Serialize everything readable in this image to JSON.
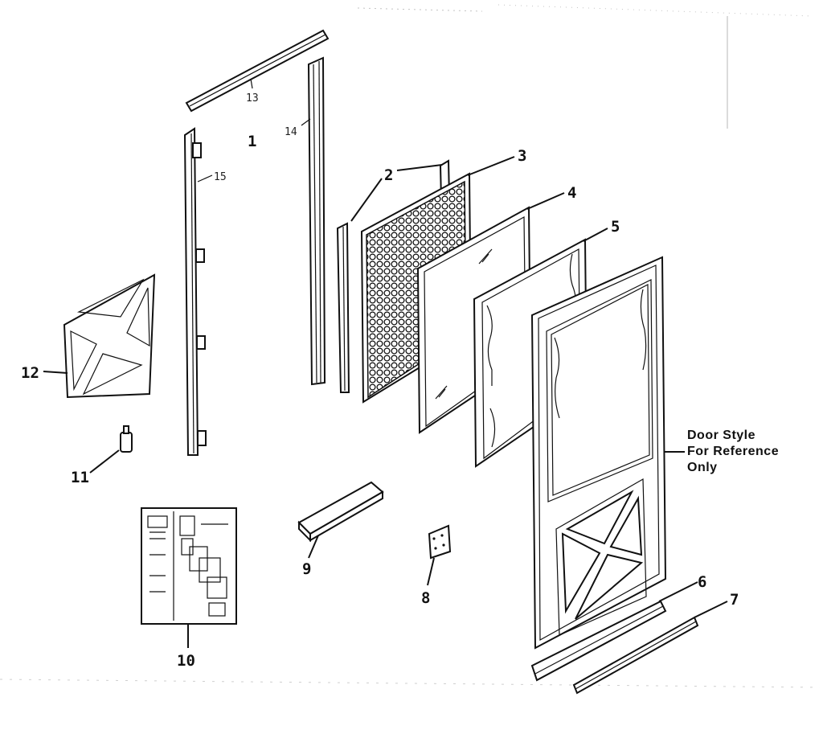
{
  "diagram": {
    "callouts": {
      "c1": "1",
      "c2": "2",
      "c3": "3",
      "c4": "4",
      "c5": "5",
      "c6": "6",
      "c7": "7",
      "c8": "8",
      "c9": "9",
      "c10": "10",
      "c11": "11",
      "c12": "12",
      "c13": "13",
      "c14": "14",
      "c15": "15"
    },
    "note": {
      "line1": "Door Style",
      "line2": "For Reference",
      "line3": "Only"
    }
  }
}
